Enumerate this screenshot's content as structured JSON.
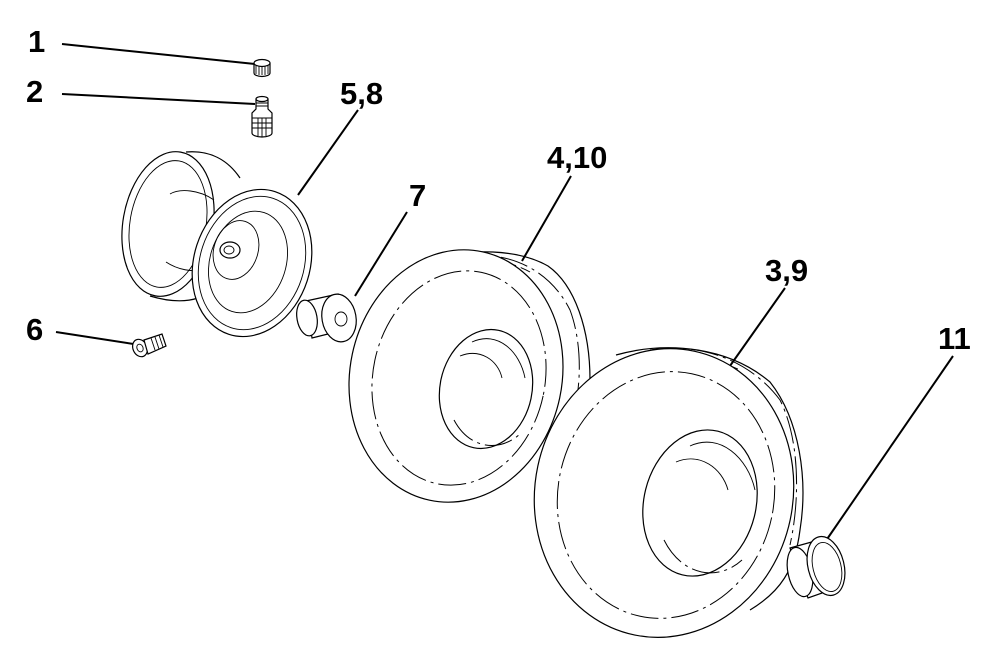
{
  "diagram": {
    "callouts": {
      "c1": "1",
      "c2": "2",
      "c58": "5,8",
      "c6": "6",
      "c7": "7",
      "c410": "4,10",
      "c39": "3,9",
      "c11": "11"
    }
  }
}
